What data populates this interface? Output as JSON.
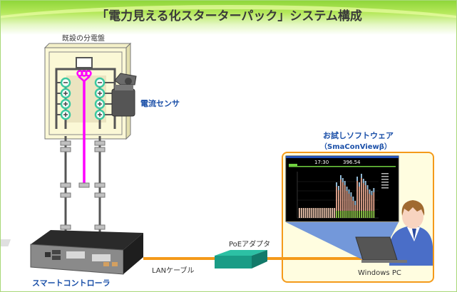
{
  "title": "「電力見える化スターターパック」システム構成",
  "labels": {
    "distribution_board": "既設の分電盤",
    "current_sensor": "電流センサ",
    "trial_software": "お試しソフトウェア",
    "software_name": "（SmaConViewβ）",
    "poe_adapter": "PoEアダプタ",
    "lan_cable": "LANケーブル",
    "smart_controller": "スマートコントローラ",
    "windows_pc": "Windows PC"
  },
  "screen": {
    "time": "17:30",
    "value": "396.54"
  },
  "colors": {
    "header_green": "#8fd63a",
    "label_blue": "#1a4fa8",
    "cable_orange": "#f49a1a",
    "sensor_wire": "#ff00ff",
    "breaker_teal": "#3cc8a0",
    "pc_box_fill": "#fffde0",
    "poe_teal": "#1fa08a"
  }
}
